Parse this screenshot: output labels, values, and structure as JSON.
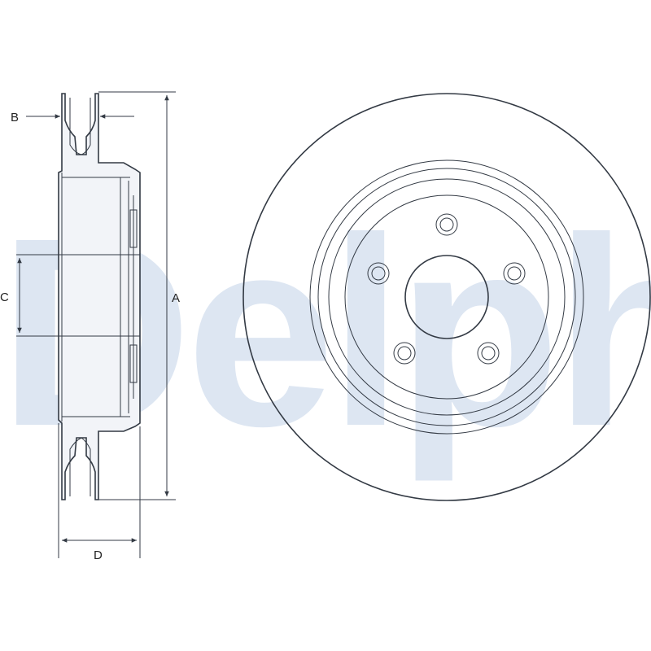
{
  "watermark": {
    "text": "Delphi"
  },
  "dimensions": {
    "a": "A",
    "b": "B",
    "c": "C",
    "d": "D"
  }
}
